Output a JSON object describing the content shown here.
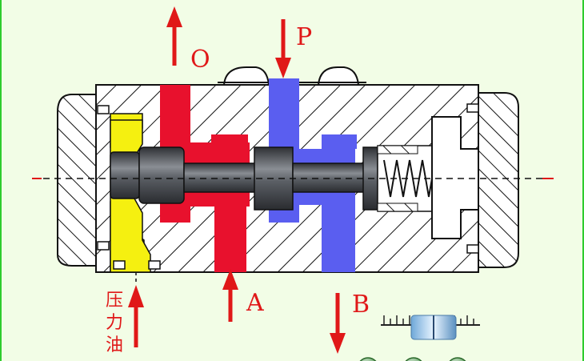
{
  "labels": {
    "port_o": "O",
    "port_p": "P",
    "port_a": "A",
    "port_b": "B",
    "pilot_line1": "压",
    "pilot_line2": "力",
    "pilot_line3": "油"
  },
  "colors": {
    "background": "#f2fde6",
    "tank": "#e8112d",
    "pressure": "#5a5ef0",
    "pilot": "#f5f010",
    "label": "#e01818",
    "outline": "#111111"
  },
  "controls": {
    "slider": "speed-slider",
    "buttons": [
      "round-button-1",
      "round-button-2",
      "round-button-3"
    ]
  }
}
